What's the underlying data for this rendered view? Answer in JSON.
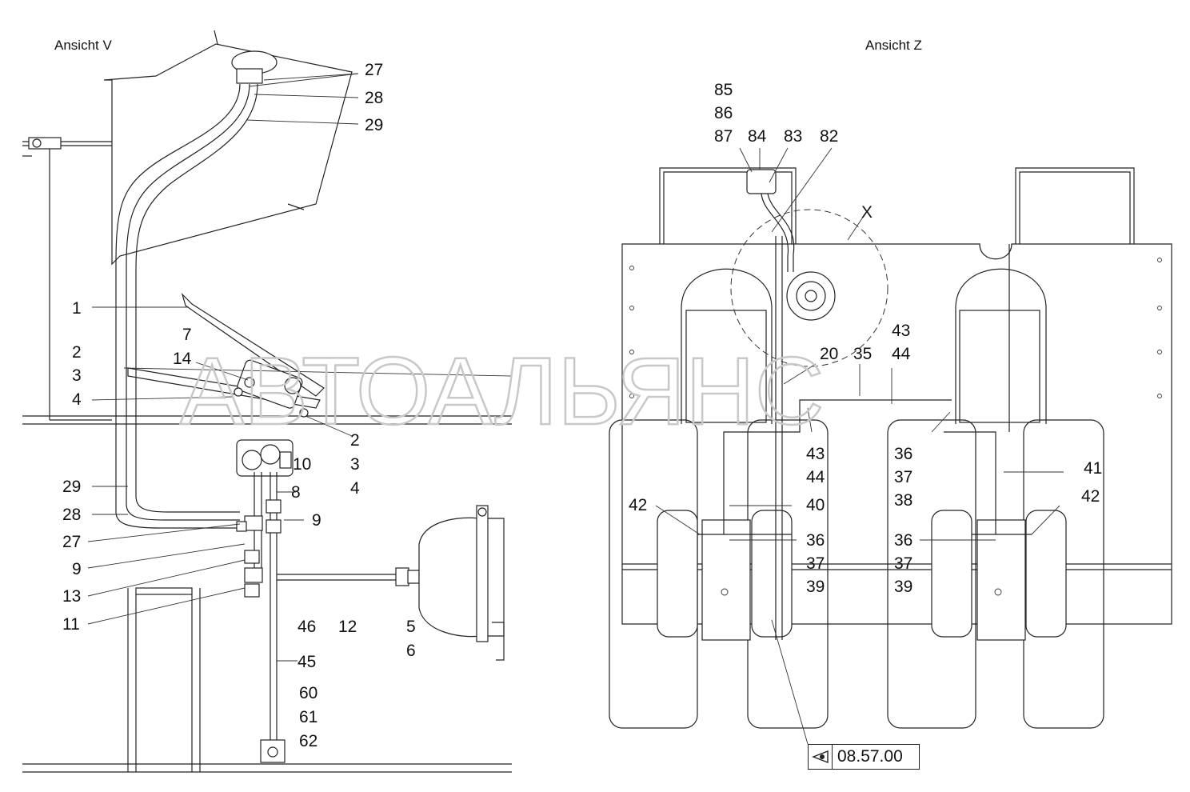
{
  "views": {
    "left_title": "Ansicht V",
    "right_title": "Ansicht Z"
  },
  "detail_marker": "X",
  "watermark": "АВТОАЛЬЯНС",
  "reference": {
    "icon": "eye-icon",
    "text": "08.57.00"
  },
  "callouts_left": {
    "c27a": "27",
    "c28a": "28",
    "c29a": "29",
    "c1": "1",
    "c7": "7",
    "c14": "14",
    "c2a": "2",
    "c3a": "3",
    "c4a": "4",
    "c2b": "2",
    "c3b": "3",
    "c4b": "4",
    "c10": "10",
    "c8": "8",
    "c9a": "9",
    "c29b": "29",
    "c28b": "28",
    "c27b": "27",
    "c9b": "9",
    "c13": "13",
    "c11": "11",
    "c46": "46",
    "c12": "12",
    "c5": "5",
    "c6": "6",
    "c45": "45",
    "c60": "60",
    "c61": "61",
    "c62": "62"
  },
  "callouts_right": {
    "c85": "85",
    "c86": "86",
    "c87": "87",
    "c84": "84",
    "c83": "83",
    "c82": "82",
    "c43a": "43",
    "c44a": "44",
    "c20": "20",
    "c35": "35",
    "c43b": "43",
    "c44b": "44",
    "c36a": "36",
    "c37a": "37",
    "c38": "38",
    "c41": "41",
    "c42a": "42",
    "c42b": "42",
    "c40": "40",
    "c36b": "36",
    "c37b": "37",
    "c39a": "39",
    "c36c": "36",
    "c37c": "37",
    "c39b": "39"
  }
}
